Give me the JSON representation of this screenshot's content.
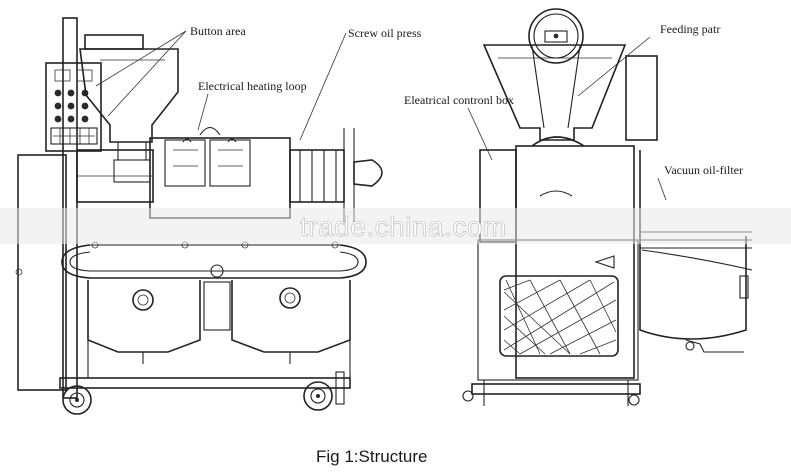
{
  "labels": {
    "button_area": "Button area",
    "screw_oil_press": "Screw oil press",
    "electrical_heating_loop": "Electrical heating loop",
    "electrical_control_box": "Eleatrical contronl box",
    "feeding_part": "Feeding patr",
    "vacuum_oil_filter": "Vacuun oil-filter"
  },
  "watermark": "trade.china.com",
  "caption": "Fig 1:Structure",
  "colors": {
    "line": "#222222",
    "background": "#ffffff",
    "watermark_band": "#e9e9e9"
  }
}
